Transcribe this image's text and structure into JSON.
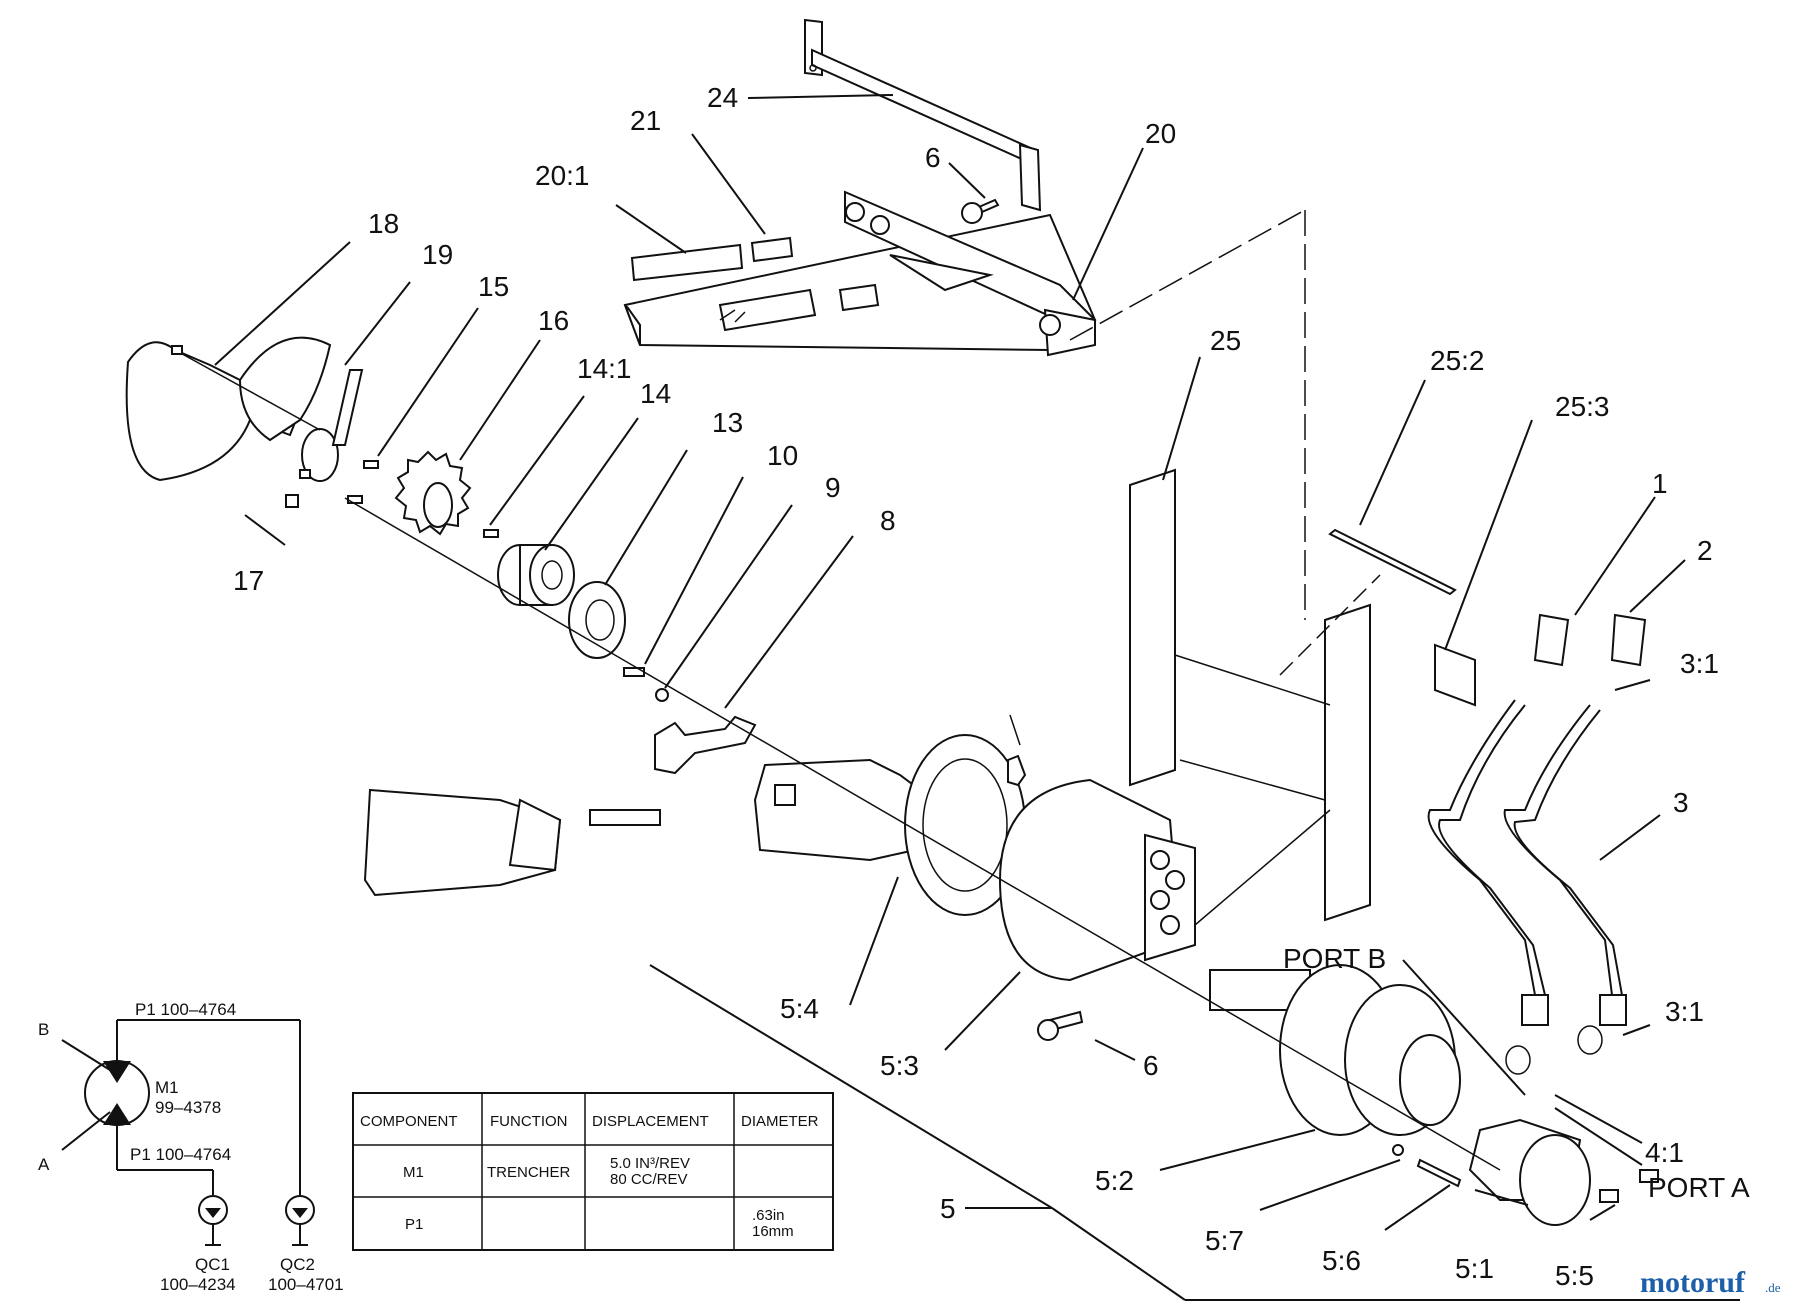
{
  "callouts": {
    "c1": "1",
    "c2": "2",
    "c3": "3",
    "c3_1a": "3:1",
    "c3_1b": "3:1",
    "c4_1": "4:1",
    "c5": "5",
    "c5_1": "5:1",
    "c5_2": "5:2",
    "c5_3": "5:3",
    "c5_4": "5:4",
    "c5_5": "5:5",
    "c5_6": "5:6",
    "c5_7": "5:7",
    "c6a": "6",
    "c6b": "6",
    "c8": "8",
    "c9": "9",
    "c10": "10",
    "c13": "13",
    "c14": "14",
    "c14_1": "14:1",
    "c15": "15",
    "c16": "16",
    "c17": "17",
    "c18": "18",
    "c19": "19",
    "c20": "20",
    "c20_1": "20:1",
    "c21": "21",
    "c24": "24",
    "c25": "25",
    "c25_2": "25:2",
    "c25_3": "25:3",
    "port_a": "PORT A",
    "port_b": "PORT B"
  },
  "schematic": {
    "port_b": "B",
    "port_a": "A",
    "motor_name": "M1",
    "motor_part": "99–4378",
    "hose_top": "P1 100–4764",
    "hose_bottom": "P1 100–4764",
    "qc1_name": "QC1",
    "qc1_part": "100–4234",
    "qc2_name": "QC2",
    "qc2_part": "100–4701"
  },
  "spec_table": {
    "headers": [
      "COMPONENT",
      "FUNCTION",
      "DISPLACEMENT",
      "DIAMETER"
    ],
    "rows": [
      {
        "component": "M1",
        "function": "TRENCHER",
        "displacement_1": "5.0 IN³/REV",
        "displacement_2": "80 CC/REV",
        "diameter_1": "",
        "diameter_2": ""
      },
      {
        "component": "P1",
        "function": "",
        "displacement_1": "",
        "displacement_2": "",
        "diameter_1": ".63in",
        "diameter_2": "16mm"
      }
    ]
  },
  "watermark": {
    "brand": "motoruf",
    "suffix": ".de"
  }
}
